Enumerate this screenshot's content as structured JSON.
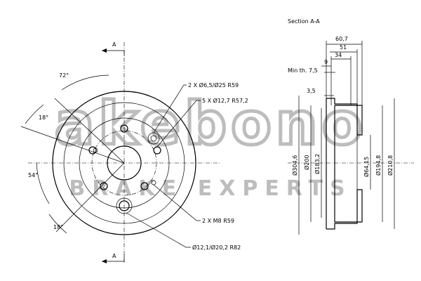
{
  "watermark": {
    "logo_text": "akebono",
    "sub_text": "BRAKE EXPERTS"
  },
  "front_view": {
    "section_marker_top": "A",
    "section_marker_bottom": "A",
    "angle_72": "72°",
    "angle_18_top": "18°",
    "angle_54": "54°",
    "angle_18_bottom": "18°",
    "callout_1": "2 X Ø6,5/Ø25 R59",
    "callout_2": "5 X Ø12,7 R57,2",
    "callout_3": "2 X M8 R59",
    "callout_4": "Ø12,1/Ø20,2 R82"
  },
  "section_view": {
    "title": "Section A-A",
    "dim_60_7": "60,7",
    "dim_51": "51",
    "dim_34": "34",
    "dim_9": "9",
    "min_thickness": "Min th. 7,5",
    "dim_3_5": "3,5",
    "dia_304_6": "Ø304,6",
    "dia_200": "Ø200",
    "dia_183_2": "Ø183,2",
    "dia_64_15": "Ø64,15",
    "dia_194_8": "Ø194,8",
    "dia_210_8": "Ø210,8"
  }
}
